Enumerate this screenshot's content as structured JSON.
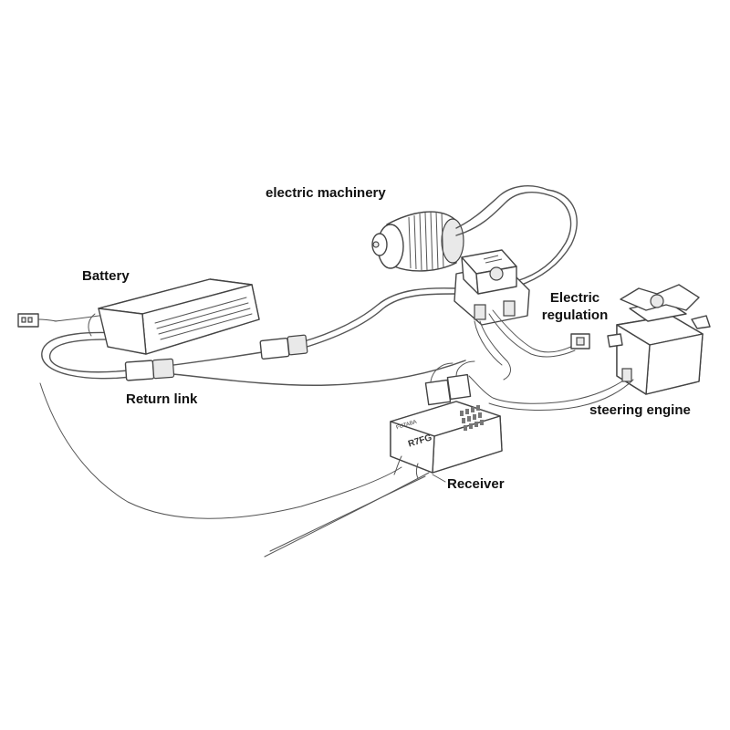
{
  "diagram": {
    "labels": {
      "electric_machinery": "electric machinery",
      "battery": "Battery",
      "electric_regulation_line1": "Electric",
      "electric_regulation_line2": "regulation",
      "return_link": "Return link",
      "steering_engine": "steering engine",
      "receiver": "Receiver"
    },
    "receiver_markings": {
      "model": "R7FG",
      "brand": "FUTABA"
    }
  }
}
